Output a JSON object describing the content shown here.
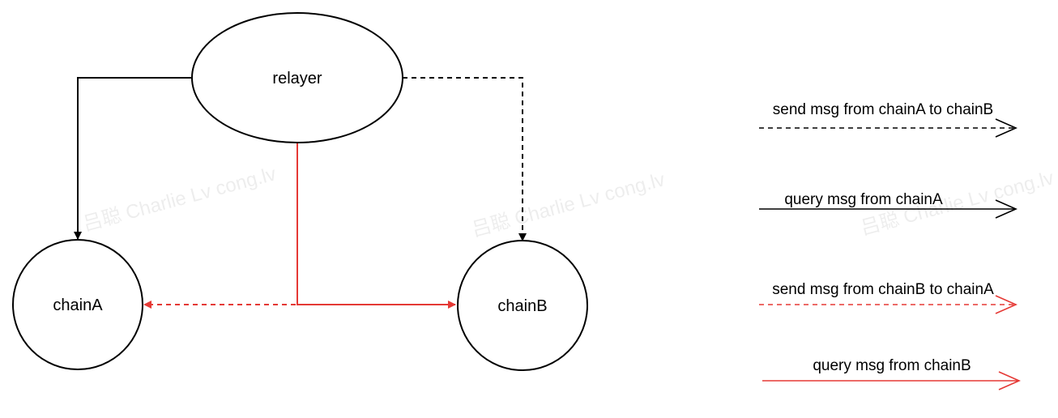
{
  "nodes": {
    "relayer": "relayer",
    "chainA": "chainA",
    "chainB": "chainB"
  },
  "legend": [
    {
      "label": "send msg from chainA to chainB",
      "color": "#000000",
      "style": "dashed"
    },
    {
      "label": "query msg from chainA",
      "color": "#000000",
      "style": "solid"
    },
    {
      "label": "send msg from chainB to chainA",
      "color": "#e53935",
      "style": "dashed"
    },
    {
      "label": "query msg from chainB",
      "color": "#e53935",
      "style": "solid"
    }
  ],
  "watermark": "吕聪 Charlie Lv cong.lv",
  "colors": {
    "black_edge": "#000000",
    "red_edge": "#e53935"
  }
}
